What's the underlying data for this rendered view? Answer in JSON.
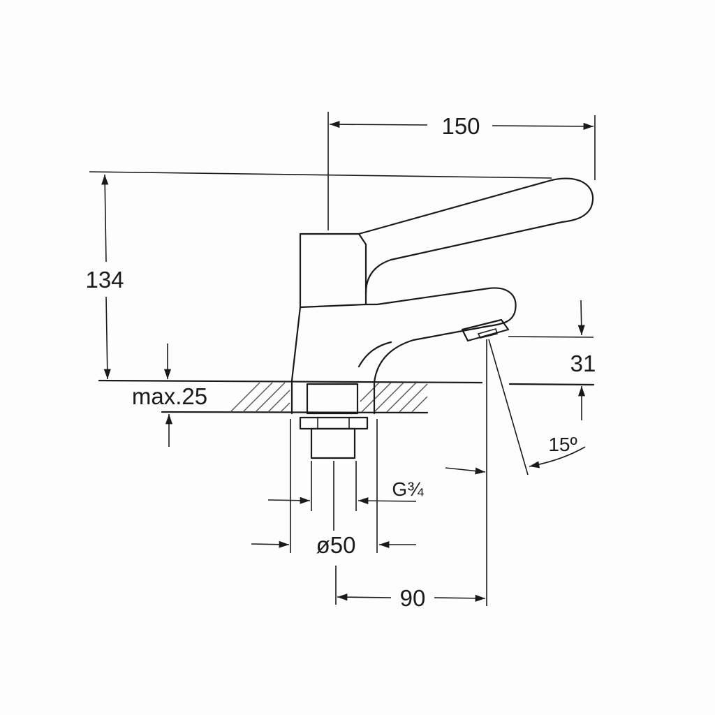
{
  "dimensions": {
    "width_total": "150",
    "height_total": "134",
    "spout_height": "31",
    "mounting_max": "max.25",
    "spout_angle": "15º",
    "thread": "G¾",
    "base_diameter": "ø50",
    "spout_reach": "90"
  }
}
